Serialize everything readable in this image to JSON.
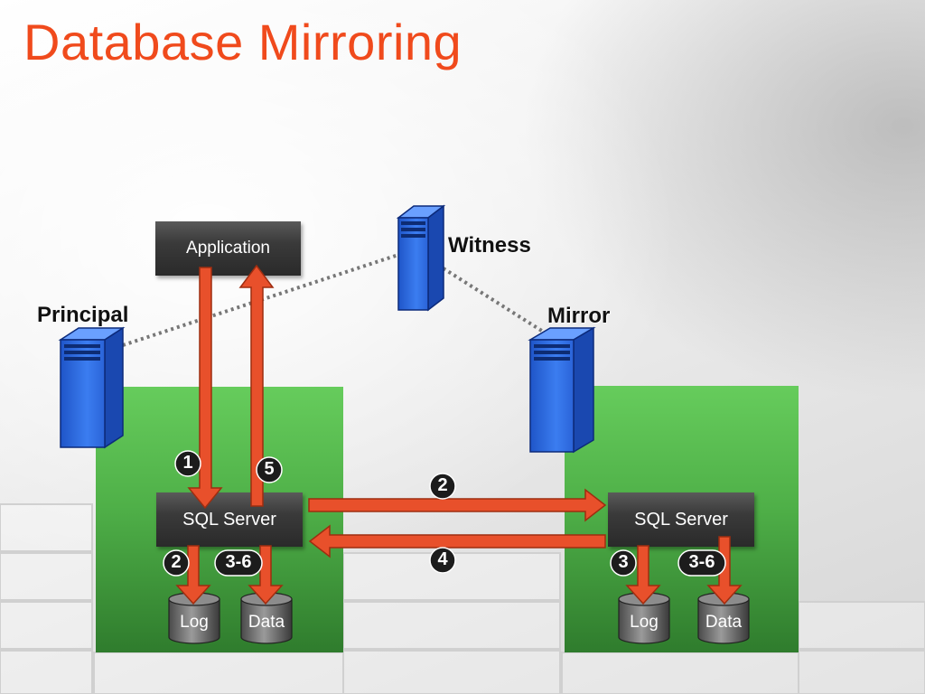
{
  "title": "Database Mirroring",
  "nodes": {
    "application": "Application",
    "witness": "Witness",
    "principal": "Principal",
    "mirror": "Mirror"
  },
  "principal_side": {
    "server_label": "SQL Server",
    "log_label": "Log",
    "data_label": "Data",
    "steps": {
      "client_write": "1",
      "client_ack": "5",
      "log_write": "2",
      "data_write": "3-6"
    }
  },
  "mirror_side": {
    "server_label": "SQL Server",
    "log_label": "Log",
    "data_label": "Data",
    "steps": {
      "log_write": "3",
      "data_write": "3-6"
    }
  },
  "transfer_steps": {
    "send_log": "2",
    "ack": "4"
  },
  "colors": {
    "title": "#f04a1c",
    "arrow": "#e8502b",
    "panel": "#4fb048",
    "server_icon": "#2f6fe0"
  },
  "icons": {
    "server": "server-tower-icon",
    "database": "database-cylinder-icon"
  }
}
